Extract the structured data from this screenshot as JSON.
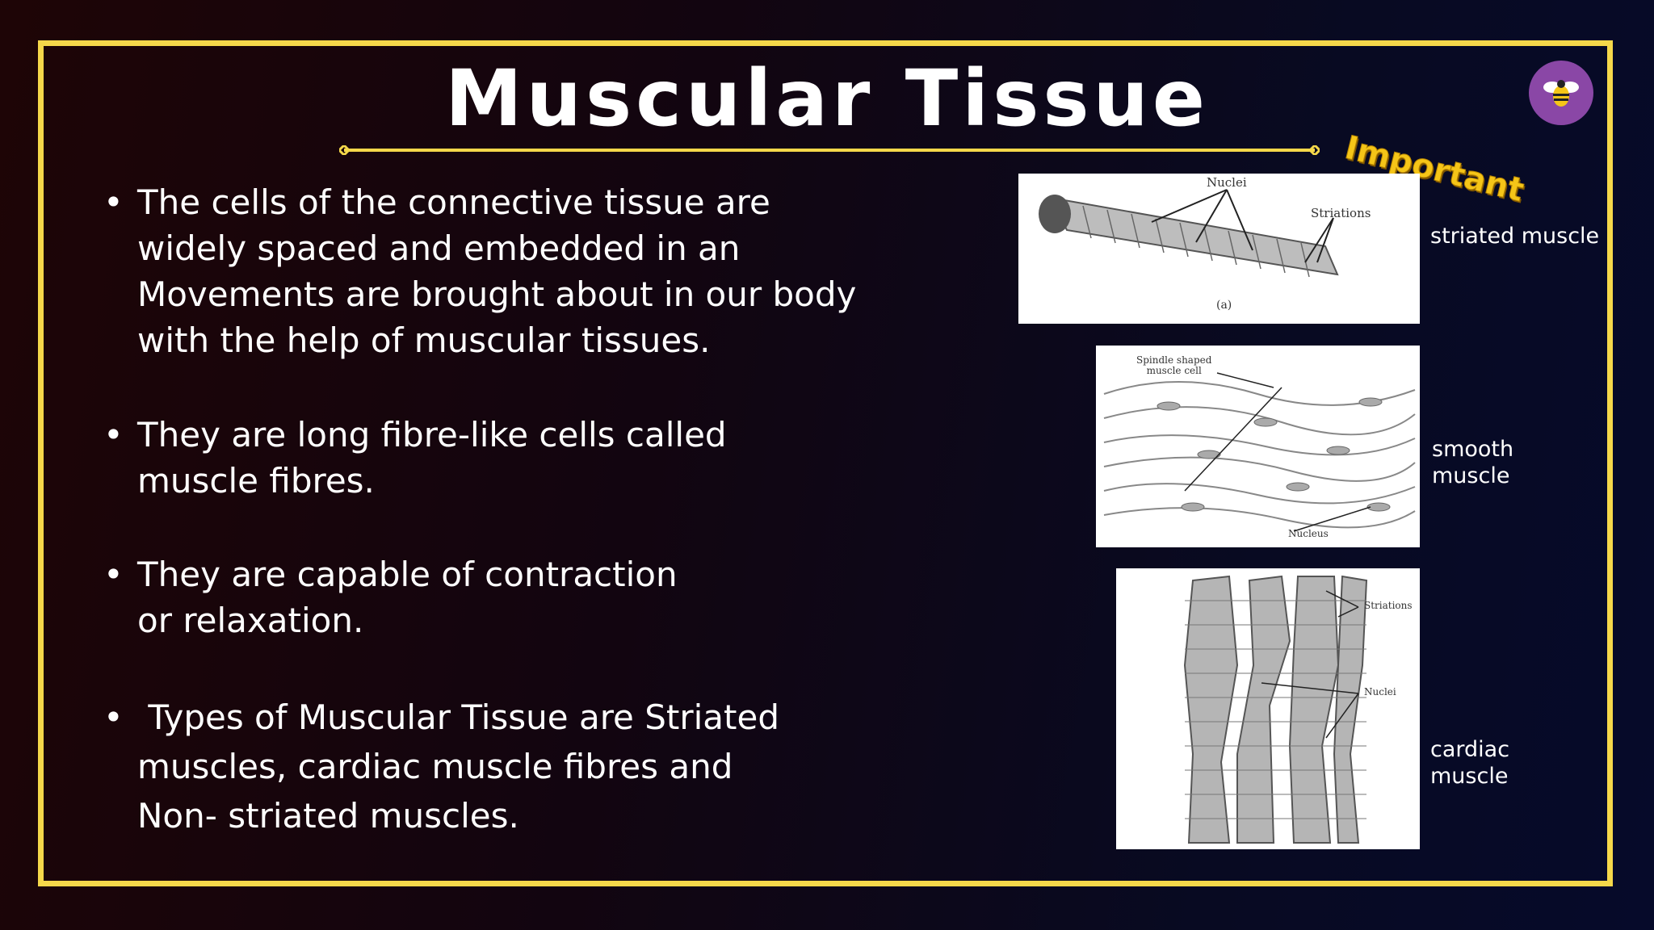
{
  "slide": {
    "title": "Muscular Tissue",
    "badge": "Important",
    "accent_color": "#f5d84a",
    "logo_icon": "bee-icon"
  },
  "bullets": [
    {
      "lines": [
        "The cells of the connective tissue are",
        "widely spaced and embedded in an",
        "Movements are brought about in our body",
        "with the help of muscular tissues."
      ]
    },
    {
      "lines": [
        "They are long fibre-like cells called",
        "muscle fibres."
      ]
    },
    {
      "lines": [
        "They are capable of contraction",
        "or relaxation."
      ]
    },
    {
      "lines": [
        " Types of Muscular Tissue are Striated",
        "muscles, cardiac muscle fibres and",
        "Non- striated muscles."
      ]
    }
  ],
  "figures": [
    {
      "caption": "striated muscle",
      "annotations": [
        "Nuclei",
        "Striations",
        "(a)"
      ]
    },
    {
      "caption_lines": [
        "smooth",
        "muscle"
      ],
      "annotations": [
        "Spindle shaped",
        "muscle cell",
        "Nucleus"
      ]
    },
    {
      "caption_lines": [
        "cardiac",
        "muscle"
      ],
      "annotations": [
        "Striations",
        "Nuclei"
      ]
    }
  ]
}
